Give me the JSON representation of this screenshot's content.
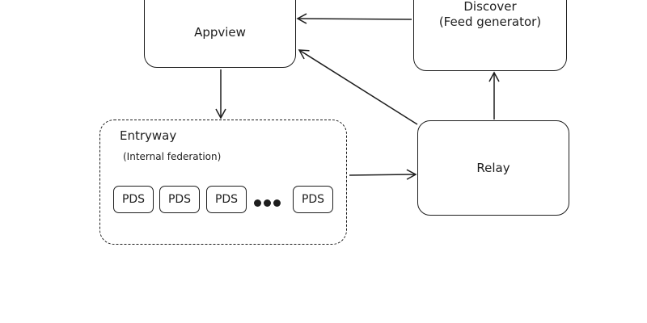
{
  "diagram": {
    "nodes": {
      "appview": {
        "label": "Appview"
      },
      "discover": {
        "label_line1": "Discover",
        "label_line2": "(Feed generator)"
      },
      "relay": {
        "label": "Relay"
      },
      "entryway": {
        "title": "Entryway",
        "subtitle": "(Internal federation)",
        "pds_items": [
          "PDS",
          "PDS",
          "PDS",
          "PDS"
        ],
        "ellipsis": "..."
      }
    },
    "edges": [
      {
        "from": "discover",
        "to": "appview"
      },
      {
        "from": "relay",
        "to": "appview"
      },
      {
        "from": "appview",
        "to": "entryway"
      },
      {
        "from": "entryway",
        "to": "relay"
      },
      {
        "from": "relay",
        "to": "discover"
      }
    ],
    "colors": {
      "stroke": "#1e1e1e",
      "background": "#ffffff"
    }
  }
}
